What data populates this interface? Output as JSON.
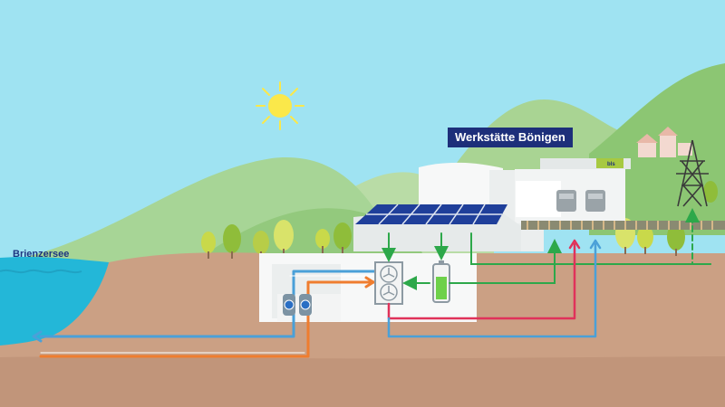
{
  "labels": {
    "site": "Werkstätte Bönigen",
    "lake": "Brienzersee",
    "logo": "bls"
  },
  "colors": {
    "sky": "#9fe3f2",
    "lake": "#23b7d8",
    "ground": "#cba084",
    "building": "#f3f4f4",
    "label_bg": "#1d2f7a",
    "cold_water": "#4aa0d8",
    "warm_water": "#ef7d2f",
    "heat_supply": "#e0325a",
    "solar_electricity": "#2da84a",
    "grid": "#2da84a",
    "sun": "#fbe84a"
  },
  "icons": [
    "sun-icon",
    "solar-panel-icon",
    "heat-pump-icon",
    "battery-icon",
    "power-pylon-icon",
    "water-pump-icon"
  ]
}
